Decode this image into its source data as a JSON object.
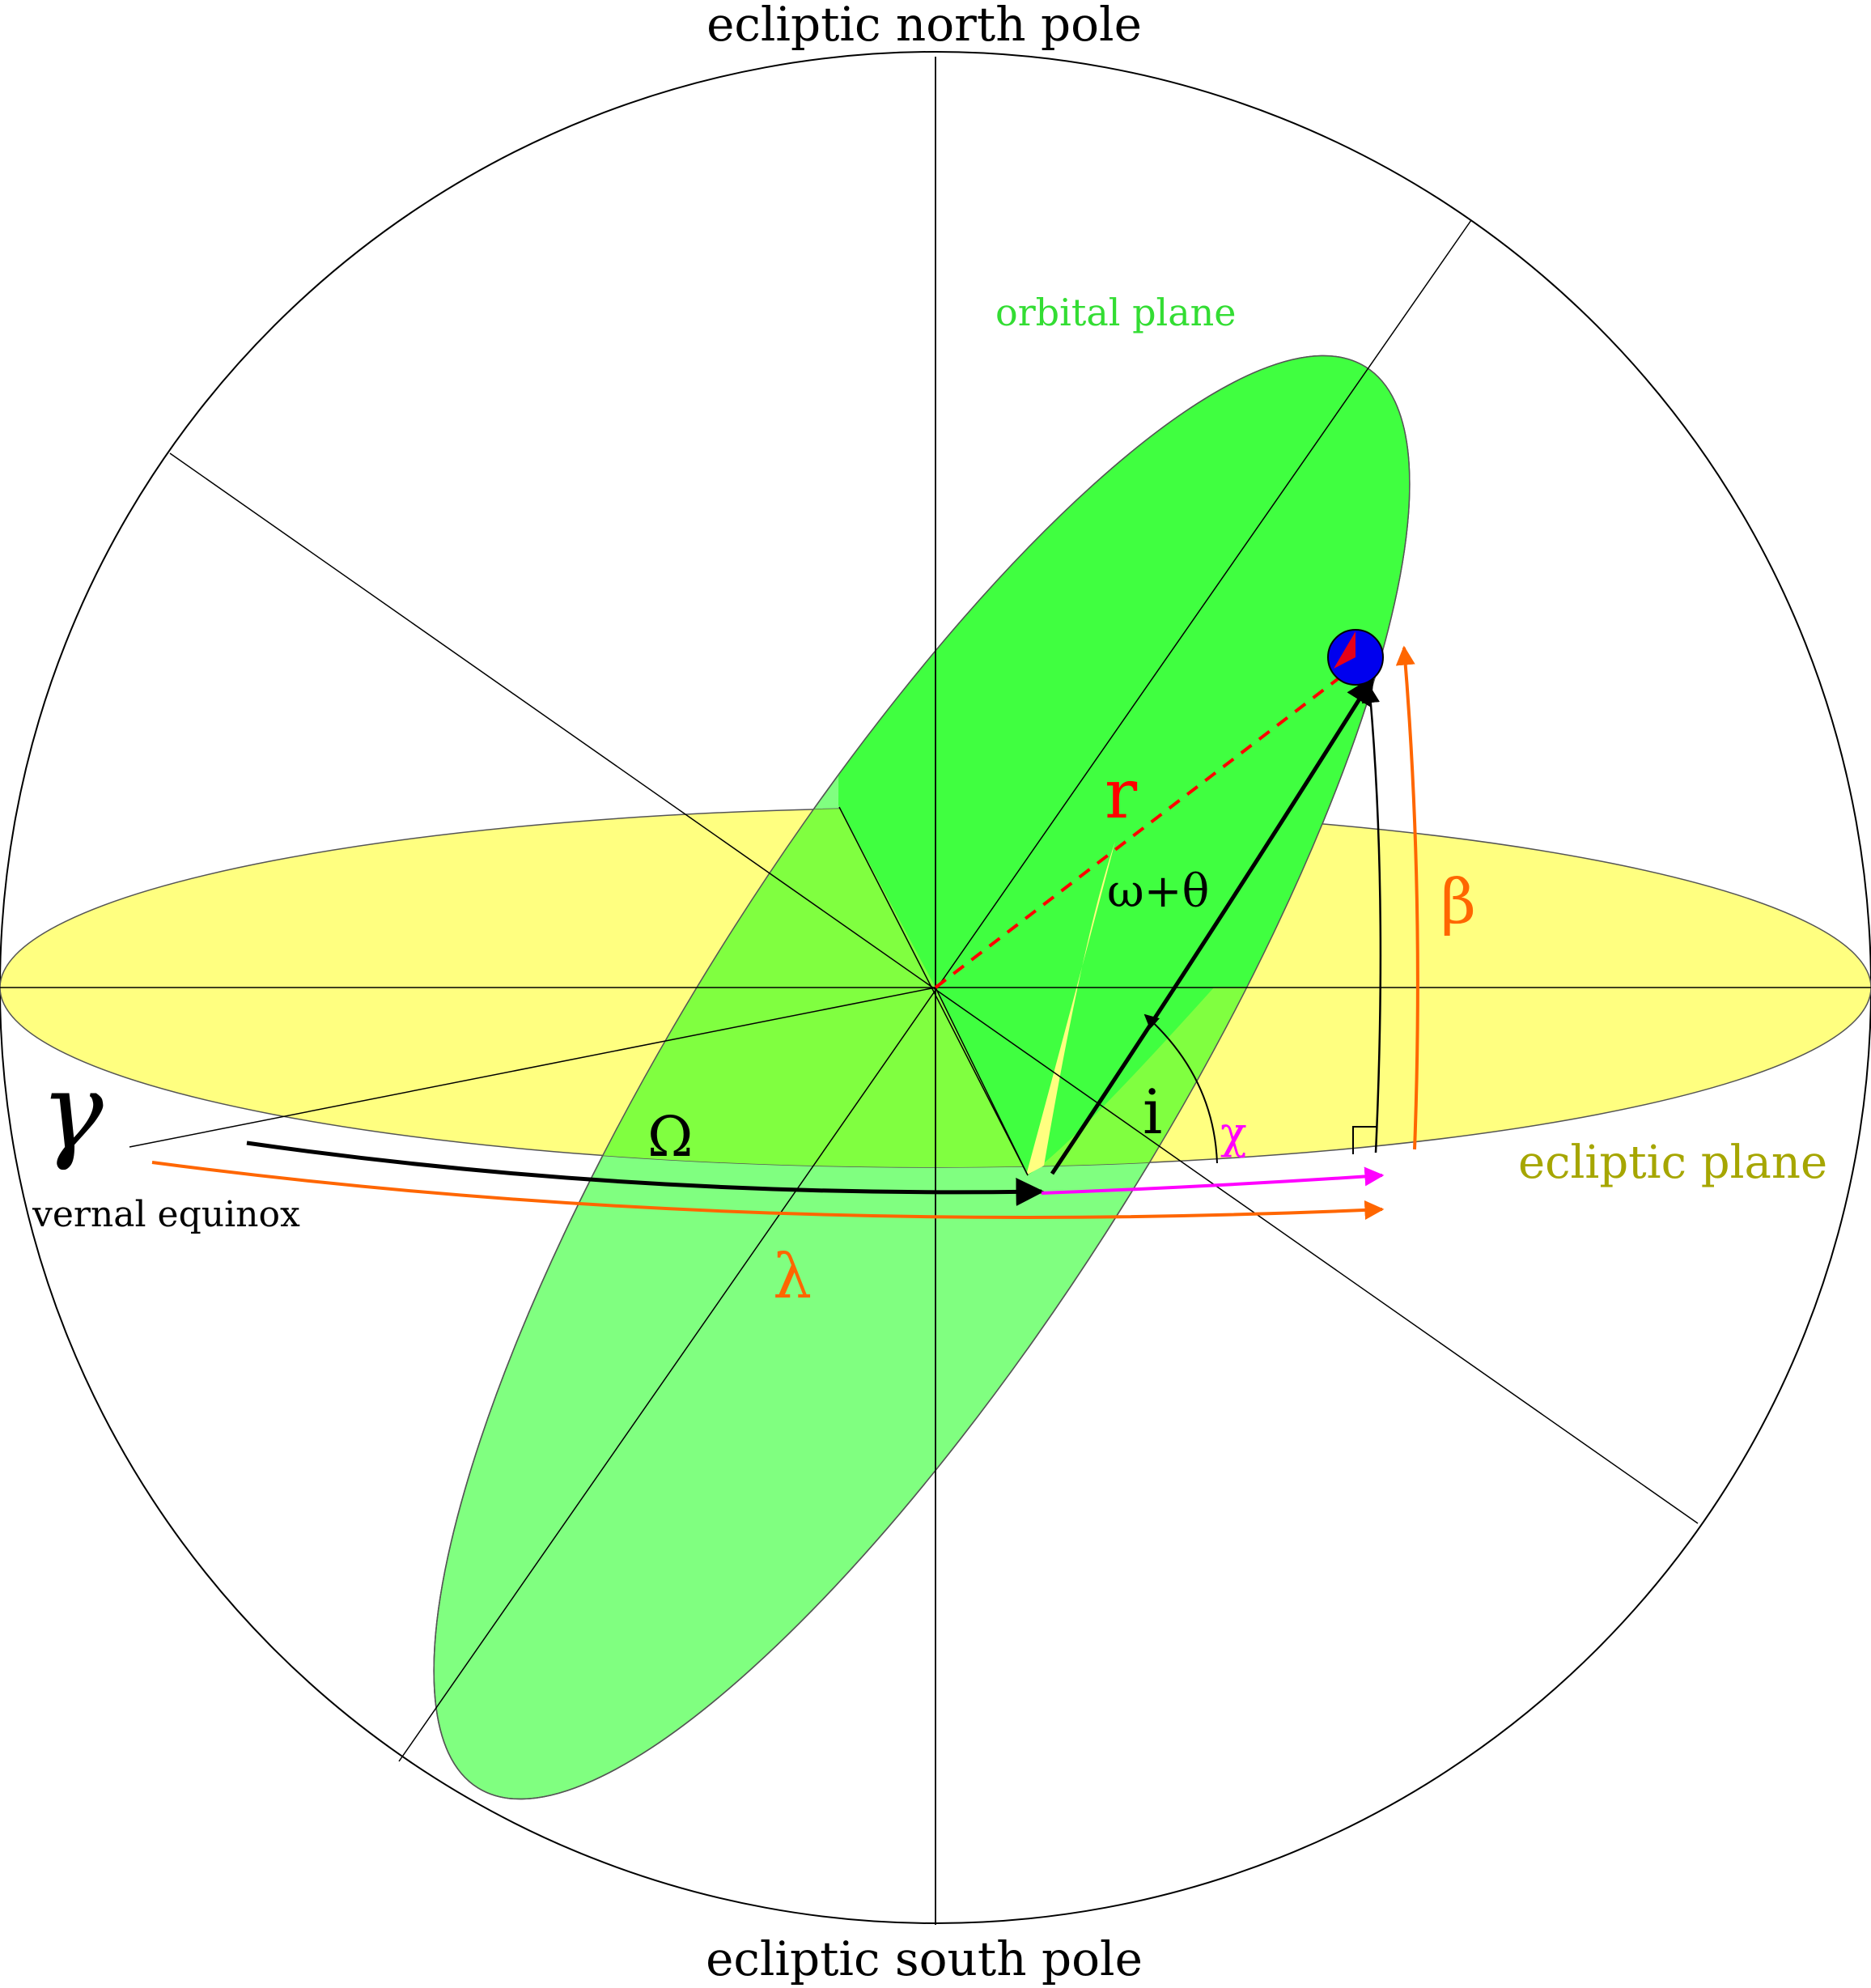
{
  "labels": {
    "north_pole": "ecliptic north pole",
    "south_pole": "ecliptic south pole",
    "orbital_plane": "orbital plane",
    "ecliptic_plane": "ecliptic plane",
    "vernal_symbol": "γ",
    "vernal_equinox": "vernal equinox",
    "radius": "r",
    "omega_theta": "ω+θ",
    "beta": "β",
    "ascending_node": "Ω",
    "inclination": "i",
    "chi": "χ",
    "lambda": "λ"
  },
  "colors": {
    "ecliptic_fill": "#ffff80",
    "orbital_fill": "#33ff33",
    "orbital_fill_light": "#80ff80",
    "ecliptic_text": "#a6a600",
    "orbital_text": "#33dd33",
    "orange": "#ff6600",
    "magenta": "#ff00ff",
    "radius_red": "#ff0000",
    "body_blue": "#0000ee",
    "line": "#000000"
  },
  "icons": {
    "body": "planet-dot-icon"
  }
}
